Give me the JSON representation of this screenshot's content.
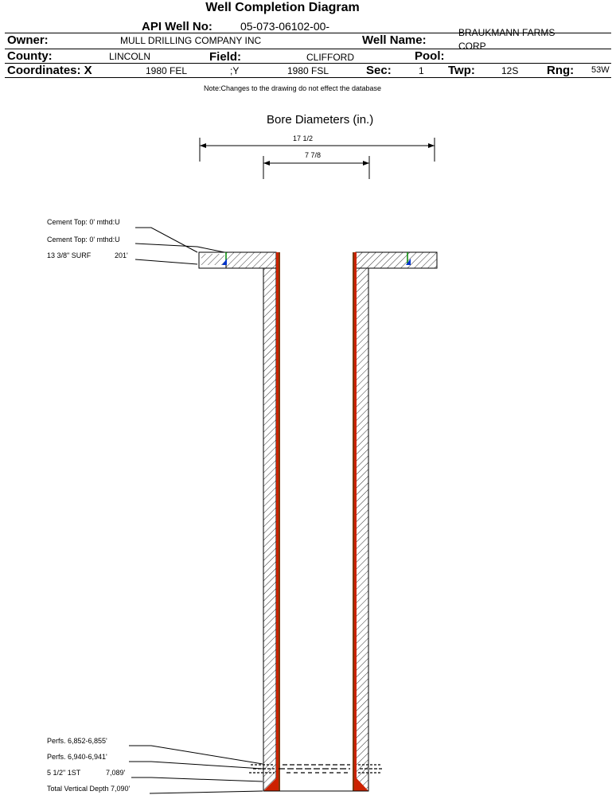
{
  "title": "Well Completion Diagram",
  "header": {
    "api_label": "API Well No:",
    "api_value": "05-073-06102-00-",
    "owner_label": "Owner:",
    "owner_value": "MULL DRILLING COMPANY INC",
    "well_name_label": "Well Name:",
    "well_name_value_line1": "BRAUKMANN FARMS",
    "well_name_value_line2": "CORP",
    "county_label": "County:",
    "county_value": "LINCOLN",
    "field_label": "Field:",
    "field_value": "CLIFFORD",
    "pool_label": "Pool:",
    "pool_value": "",
    "coordinates_label": "Coordinates: X",
    "x_value": "1980 FEL",
    "y_label": ";Y",
    "y_value": "1980 FSL",
    "sec_label": "Sec:",
    "sec_value": "1",
    "twp_label": "Twp:",
    "twp_value": "12S",
    "rng_label": "Rng:",
    "rng_value": "53W"
  },
  "note": "Note:Changes to the drawing do not effect the database",
  "bore": {
    "title": "Bore Diameters (in.)",
    "outer_label": "17 1/2",
    "inner_label": "7 7/8"
  },
  "annotations_top": [
    "Cement Top: 0' mthd:U",
    "Cement Top: 0' mthd:U"
  ],
  "surface_casing": {
    "size": "13 3/8\" SURF",
    "depth": "201'"
  },
  "annotations_bottom": {
    "perfs1": "Perfs. 6,852-6,855'",
    "perfs2": "Perfs. 6,940-6,941'",
    "casing_size": "5 1/2\" 1ST",
    "casing_depth": "7,089'",
    "tvd": "Total Vertical Depth 7,090'"
  },
  "colors": {
    "casing_inner": "#cc2200",
    "casing_outer": "#7a3b10",
    "cement_marker_blue": "#0033cc",
    "cement_marker_green": "#008800"
  }
}
